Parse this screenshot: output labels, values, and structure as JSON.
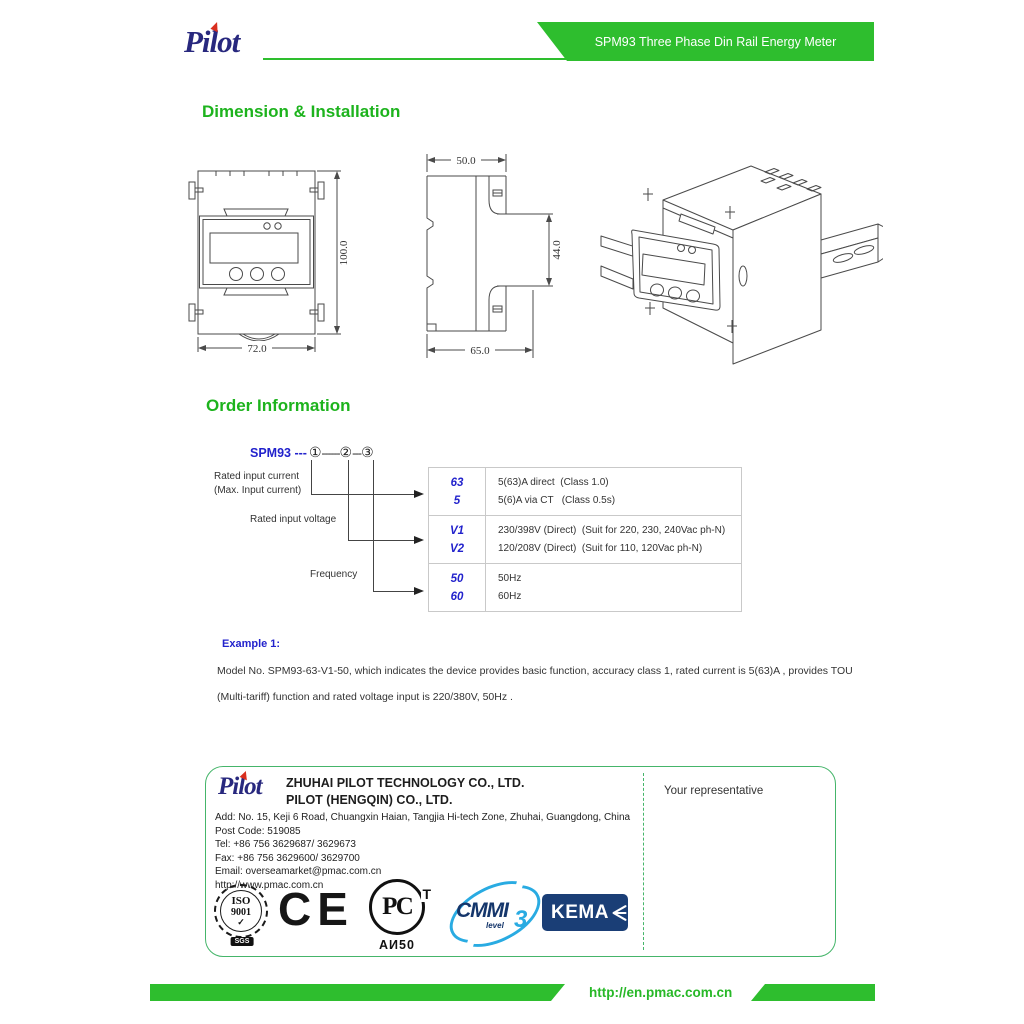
{
  "header": {
    "logo_text": "Pilot",
    "banner_title": "SPM93 Three Phase Din Rail Energy Meter"
  },
  "sections": {
    "dimension_title": "Dimension & Installation",
    "order_title": "Order Information"
  },
  "drawings": {
    "front_view": {
      "width_label": "72.0",
      "height_label": "100.0"
    },
    "side_view": {
      "top_label": "50.0",
      "mid_label": "44.0",
      "bottom_label": "65.0"
    }
  },
  "order": {
    "model_prefix": "SPM93 ---",
    "pos1": "①",
    "dash1": "------",
    "pos2": "②",
    "dash2": "---",
    "pos3": "③",
    "labels": {
      "current_line1": "Rated input current",
      "current_line2": "(Max. Input current)",
      "voltage": "Rated input voltage",
      "frequency": "Frequency"
    },
    "rows": [
      {
        "codes": [
          "63",
          "5"
        ],
        "descs": [
          "5(63)A direct  (Class 1.0)",
          "5(6)A via CT   (Class 0.5s)"
        ]
      },
      {
        "codes": [
          "V1",
          "V2"
        ],
        "descs": [
          "230/398V (Direct)  (Suit for 220, 230, 240Vac ph-N)",
          "120/208V (Direct)  (Suit for 110, 120Vac ph-N)"
        ]
      },
      {
        "codes": [
          "50",
          "60"
        ],
        "descs": [
          "50Hz",
          "60Hz"
        ]
      }
    ]
  },
  "example": {
    "heading": "Example 1:",
    "line1": "Model No. SPM93-63-V1-50, which indicates the device provides basic function, accuracy class 1, rated current is 5(63)A , provides TOU",
    "line2": "(Multi-tariff) function and rated voltage input is 220/380V, 50Hz ."
  },
  "footer": {
    "logo_text": "Pilot",
    "company1": "ZHUHAI PILOT TECHNOLOGY CO., LTD.",
    "company2": "PILOT (HENGQIN) CO., LTD.",
    "address": "Add: No. 15, Keji 6 Road, Chuangxin Haian, Tangjia Hi-tech Zone, Zhuhai, Guangdong, China",
    "post_code": "Post Code: 519085",
    "tel": "Tel: +86 756 3629687/ 3629673",
    "fax": "Fax: +86 756 3629600/ 3629700",
    "email": "Email: overseamarket@pmac.com.cn",
    "website": "http://www.pmac.com.cn",
    "representative_label": "Your representative",
    "certs": {
      "iso_line1": "ISO",
      "iso_line2": "9001",
      "iso_check": "✓",
      "sgs": "SGS",
      "ce": "CE",
      "pct_main": "РС",
      "pct_t": "Т",
      "pct_code": "АИ50",
      "cmmi": "CMMI",
      "cmmi_level": "level",
      "cmmi_num": "3",
      "kema": "KEMA"
    }
  },
  "bottom_bar": {
    "url": "http://en.pmac.com.cn"
  },
  "colors": {
    "brand_green": "#2ebe2e",
    "heading_green": "#1db31d",
    "url_green": "#28b828",
    "footer_border_green": "#45b56a",
    "accent_blue": "#2222cc",
    "logo_navy": "#28287e",
    "logo_red": "#d92f1f",
    "cmmi_blue": "#29abe2",
    "kema_navy": "#1a3e76"
  }
}
